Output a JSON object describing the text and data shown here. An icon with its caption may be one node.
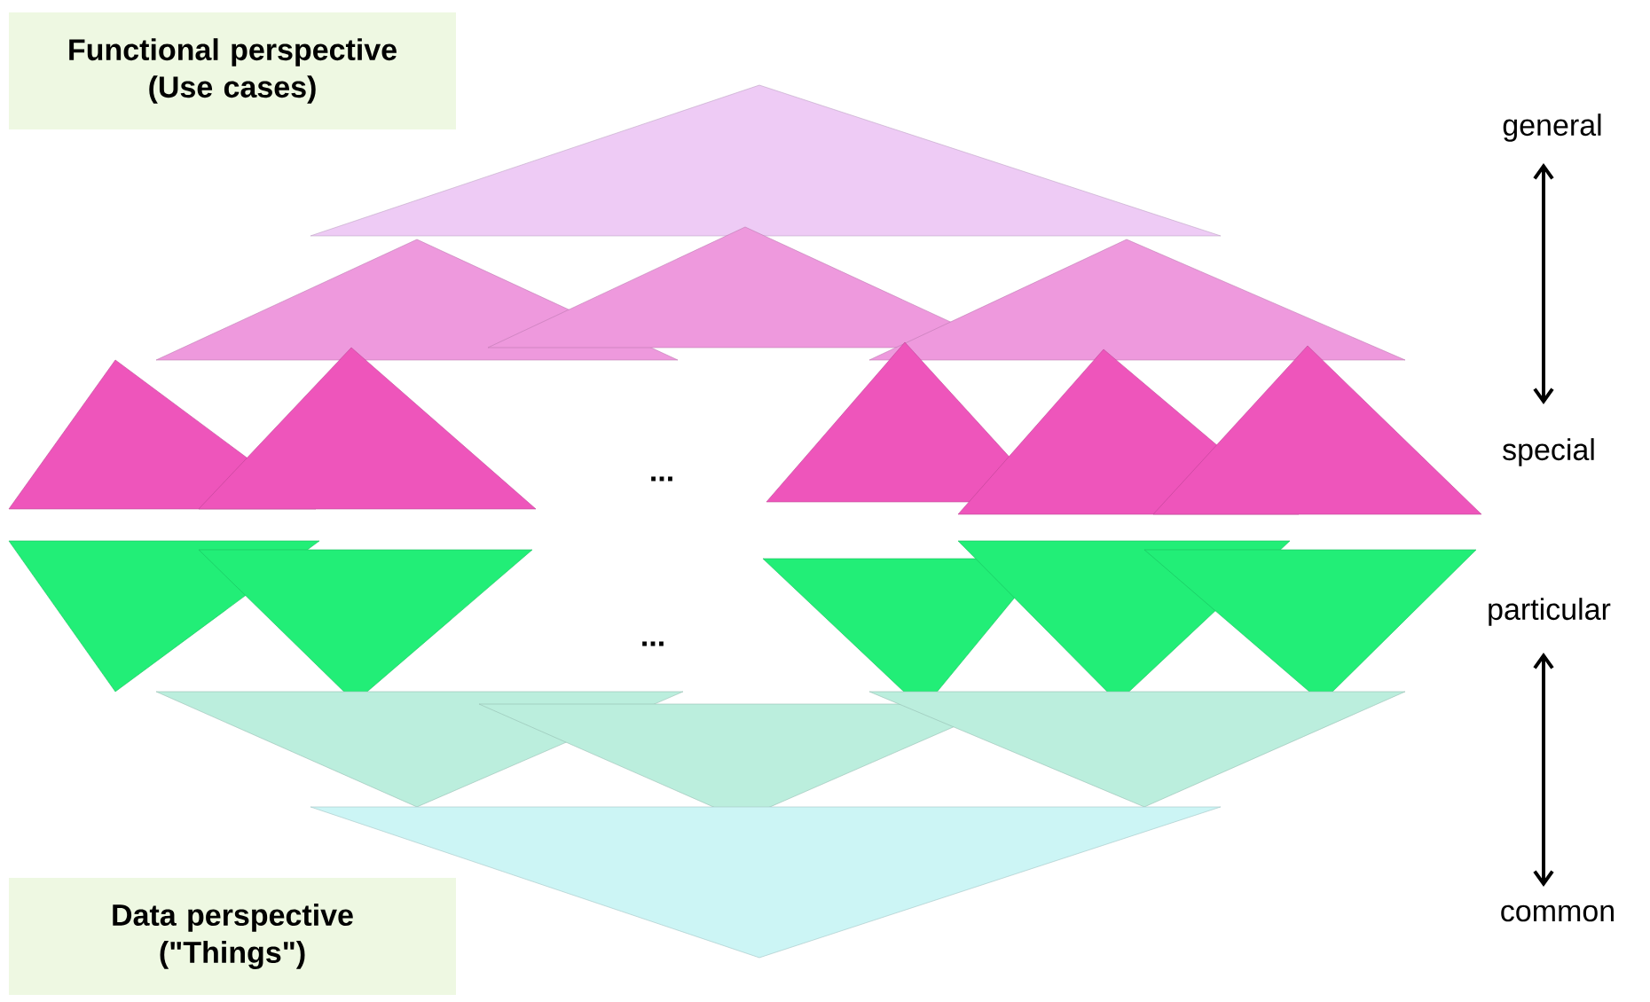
{
  "diagram": {
    "nodes": [
      {
        "text": [
          "Functional perspective (Use cases)"
        ]
      },
      {
        "text": [
          "Data perspective (\"Things\")"
        ]
      }
    ],
    "labels": [
      "general",
      "special",
      "...",
      "particular",
      "...",
      "common"
    ]
  }
}
